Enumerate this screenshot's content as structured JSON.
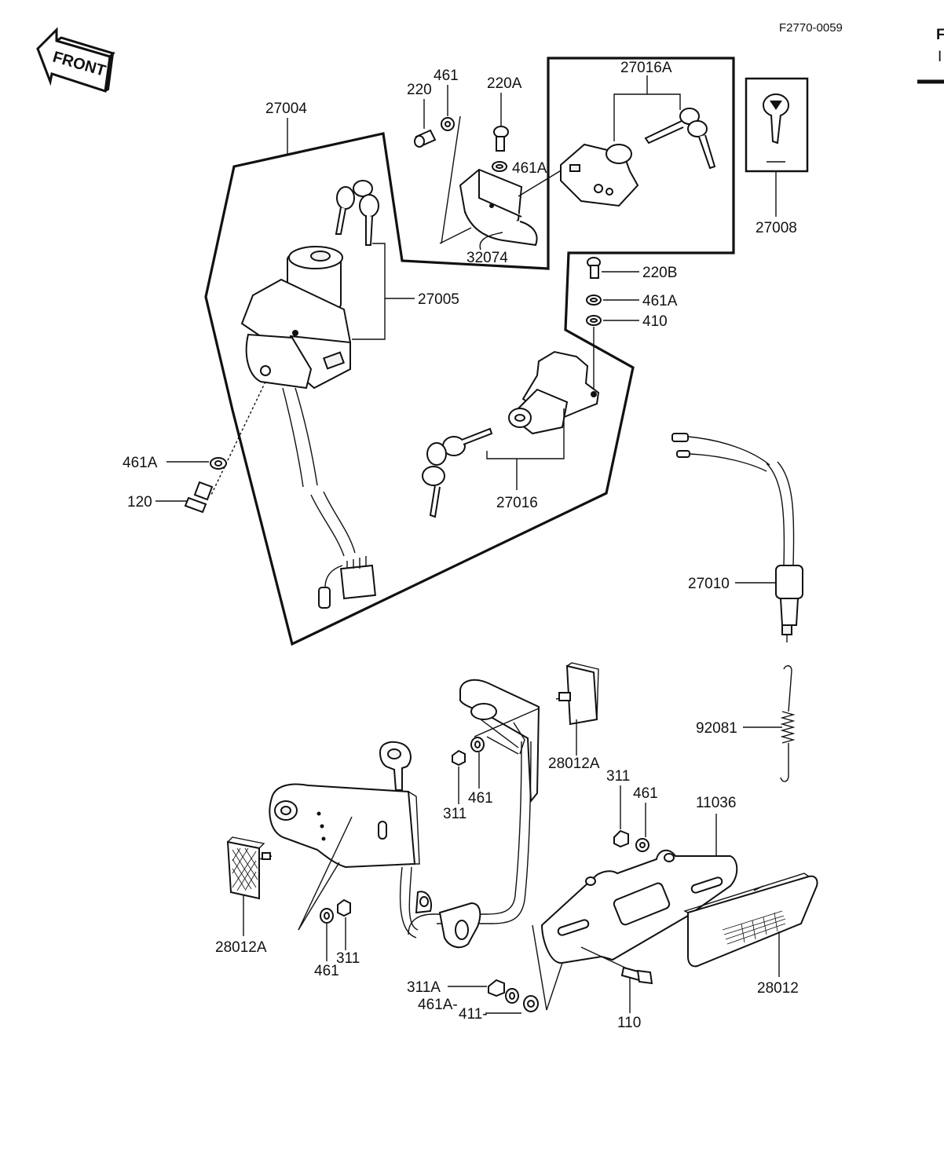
{
  "page": {
    "figure_code": "F2770-0059",
    "edge_letter_1": "F",
    "edge_letter_2": "I"
  },
  "front_arrow": {
    "label": "FRONT"
  },
  "parts": {
    "p27004": "27004",
    "p27005": "27005",
    "p220": "220",
    "p461_top": "461",
    "p220A": "220A",
    "p461A_top": "461A",
    "p32074": "32074",
    "p27016A": "27016A",
    "p27008": "27008",
    "p220B": "220B",
    "p461A_mid": "461A",
    "p410": "410",
    "p27016": "27016",
    "p461A_left": "461A",
    "p120": "120",
    "p27010": "27010",
    "p92081": "92081",
    "p28012A_upper": "28012A",
    "p311_a": "311",
    "p461_a": "461",
    "p311_b": "311",
    "p461_b": "461",
    "p11036": "11036",
    "p28012A_lower": "28012A",
    "p461_c": "461",
    "p311_c": "311",
    "p311A": "311A",
    "p461A_bottom": "461A-",
    "p411": "411-",
    "p110": "110",
    "p28012": "28012"
  },
  "colors": {
    "ink": "#111111",
    "paper": "#ffffff"
  }
}
